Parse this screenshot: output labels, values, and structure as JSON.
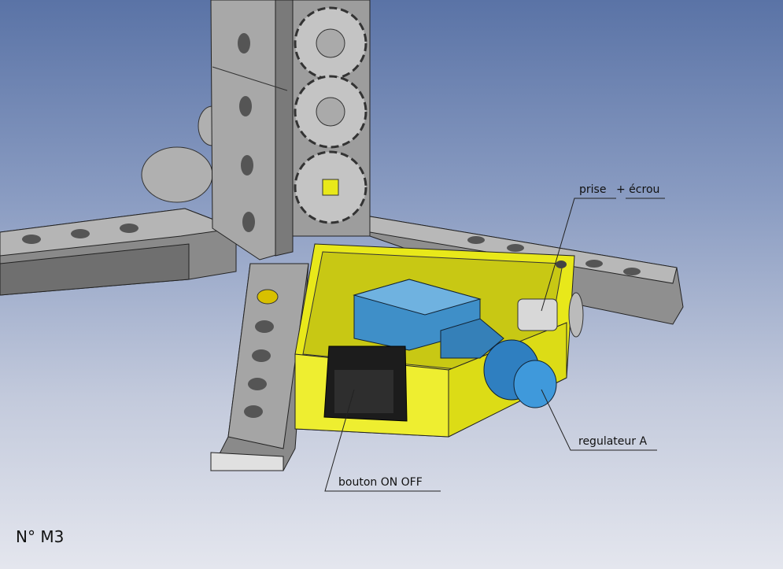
{
  "labels": {
    "prise": "prise",
    "ecrou": "+ écrou",
    "regulateur": "regulateur A",
    "bouton": "bouton ON OFF"
  },
  "reference": "N° M3",
  "colors": {
    "housing": "#e8e81a",
    "switch_block": "#3f8fc8",
    "frame": "#9a9a9a",
    "gear": "#bdbdbd"
  }
}
